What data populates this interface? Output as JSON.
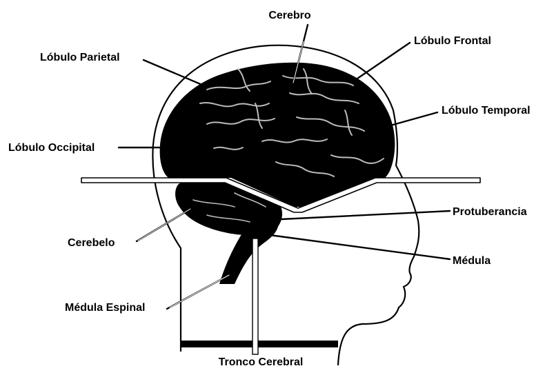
{
  "labels": {
    "cerebro": "Cerebro",
    "lobulo_frontal": "Lóbulo Frontal",
    "lobulo_parietal": "Lóbulo Parietal",
    "lobulo_temporal": "Lóbulo Temporal",
    "lobulo_occipital": "Lóbulo Occipital",
    "protuberancia": "Protuberancia",
    "cerebelo": "Cerebelo",
    "medula": "Médula",
    "medula_espinal": "Médula Espinal",
    "tronco_cerebral": "Tronco Cerebral"
  },
  "colors": {
    "ink": "#000000",
    "paper": "#ffffff",
    "gyri": "#bdbdbd"
  }
}
